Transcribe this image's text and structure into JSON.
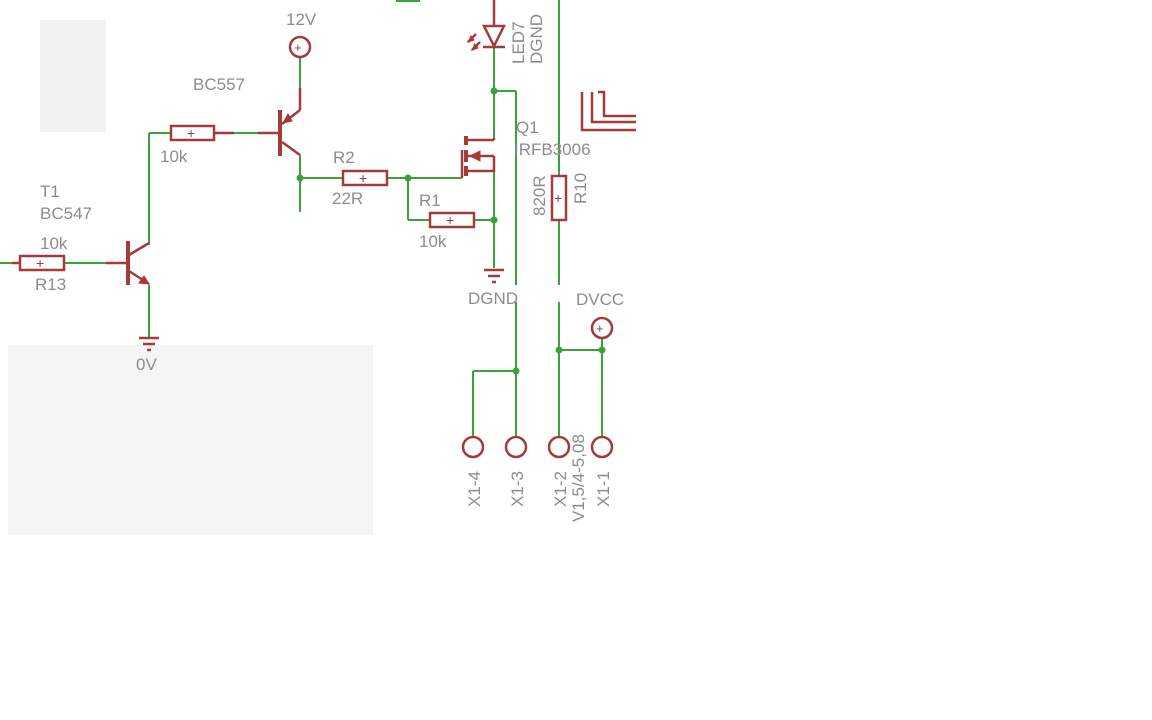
{
  "schematic": {
    "colors": {
      "wire": "#3aa23a",
      "part": "#a33b3b",
      "label": "#8c8c8c"
    },
    "supplies": {
      "v12": "12V",
      "dvcc": "DVCC",
      "gnd_0v": "0V",
      "dgnd": "DGND"
    },
    "transistors": {
      "t1_name": "T1",
      "t1_value": "BC547",
      "pnp_value": "BC557",
      "q1_name": "Q1",
      "q1_value": "IRFB3006"
    },
    "resistors": {
      "r13_name": "R13",
      "r13_value": "10k",
      "pnp_base_value": "10k",
      "r2_name": "R2",
      "r2_value": "22R",
      "r1_name": "R1",
      "r1_value": "10k",
      "r10_name": "R10",
      "r10_value": "820R"
    },
    "led": {
      "name": "LED7",
      "net": "DGND"
    },
    "connector": {
      "pin4": "X1-4",
      "pin3": "X1-3",
      "pin2": "X1-2",
      "pin1": "X1-1",
      "package": "V1,5/4-5,08"
    }
  }
}
